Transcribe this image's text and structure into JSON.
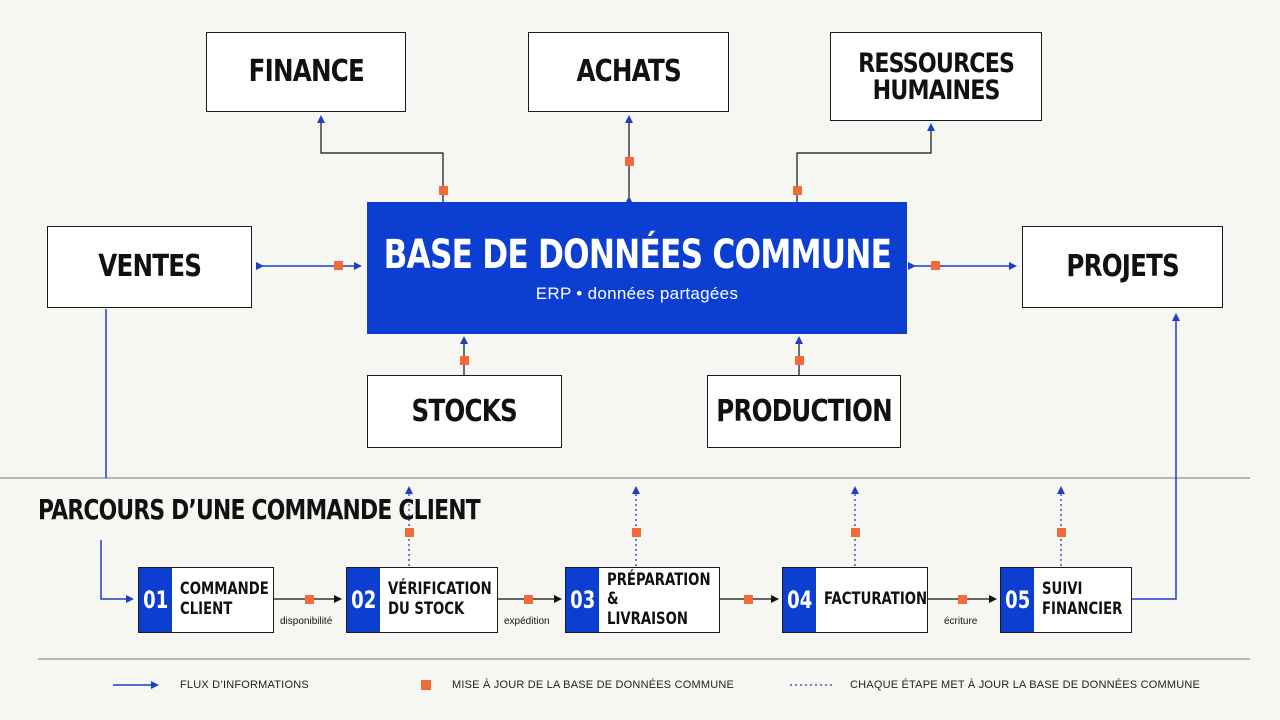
{
  "central": {
    "title": "BASE DE DONNÉES COMMUNE",
    "subtitle": "ERP • données partagées"
  },
  "modules": {
    "finance": "FINANCE",
    "achats": "ACHATS",
    "rh": "RESSOURCES\nHUMAINES",
    "ventes": "VENTES",
    "projets": "PROJETS",
    "stocks": "STOCKS",
    "production": "PRODUCTION"
  },
  "process": {
    "title": "PARCOURS D’UNE COMMANDE CLIENT",
    "steps": [
      {
        "num": "01",
        "label": "COMMANDE\nCLIENT"
      },
      {
        "num": "02",
        "label": "VÉRIFICATION\nDU STOCK"
      },
      {
        "num": "03",
        "label": "PRÉPARATION &\nLIVRAISON"
      },
      {
        "num": "04",
        "label": "FACTURATION"
      },
      {
        "num": "05",
        "label": "SUIVI\nFINANCIER"
      }
    ],
    "connectors": [
      "disponibilité",
      "expédition",
      "écriture"
    ]
  },
  "legend": {
    "flow": "FLUX D’INFORMATIONS",
    "update": "MISE À JOUR DE LA BASE DE DONNÉES COMMUNE",
    "dotted": "CHAQUE ÉTAPE MET À JOUR LA BASE DE DONNÉES COMMUNE"
  },
  "colors": {
    "blue": "#0c3fd1",
    "orange": "#f26b3a",
    "background": "#f6f6f3"
  }
}
